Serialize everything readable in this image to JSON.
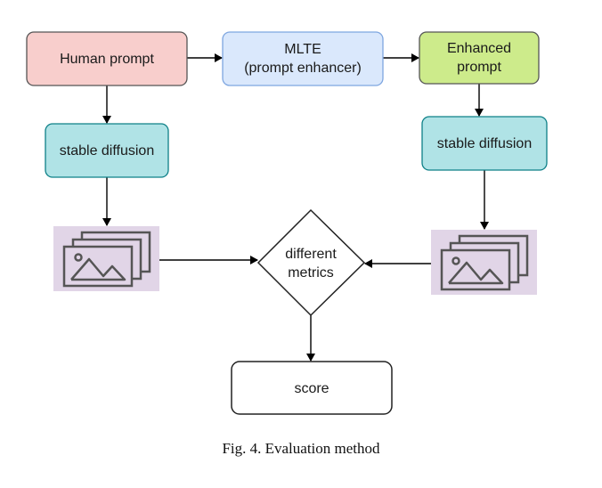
{
  "diagram": {
    "nodes": {
      "human_prompt": {
        "lines": [
          "Human prompt"
        ],
        "fill": "#f8cecc",
        "stroke": "#555555"
      },
      "mlte": {
        "lines": [
          "MLTE",
          "(prompt enhancer)"
        ],
        "fill": "#dae8fc",
        "stroke": "#7ea6e0"
      },
      "enhanced_prompt": {
        "lines": [
          "Enhanced",
          "prompt"
        ],
        "fill": "#cdeb8b",
        "stroke": "#555555"
      },
      "stable_diffusion_left": {
        "lines": [
          "stable diffusion"
        ],
        "fill": "#b0e3e6",
        "stroke": "#0e8088"
      },
      "stable_diffusion_right": {
        "lines": [
          "stable diffusion"
        ],
        "fill": "#b0e3e6",
        "stroke": "#0e8088"
      },
      "different_metrics": {
        "lines": [
          "different",
          "metrics"
        ],
        "fill": "#ffffff",
        "stroke": "#222222"
      },
      "score": {
        "lines": [
          "score"
        ],
        "fill": "#ffffff",
        "stroke": "#222222"
      },
      "image_left": {
        "icon": "image-stack-icon",
        "fill": "#e1d5e7"
      },
      "image_right": {
        "icon": "image-stack-icon",
        "fill": "#e1d5e7"
      }
    },
    "edges": [
      {
        "from": "human_prompt",
        "to": "mlte"
      },
      {
        "from": "mlte",
        "to": "enhanced_prompt"
      },
      {
        "from": "human_prompt",
        "to": "stable_diffusion_left"
      },
      {
        "from": "enhanced_prompt",
        "to": "stable_diffusion_right"
      },
      {
        "from": "stable_diffusion_left",
        "to": "image_left"
      },
      {
        "from": "stable_diffusion_right",
        "to": "image_right"
      },
      {
        "from": "image_left",
        "to": "different_metrics"
      },
      {
        "from": "image_right",
        "to": "different_metrics"
      },
      {
        "from": "different_metrics",
        "to": "score"
      }
    ]
  },
  "caption": "Fig. 4.   Evaluation method"
}
